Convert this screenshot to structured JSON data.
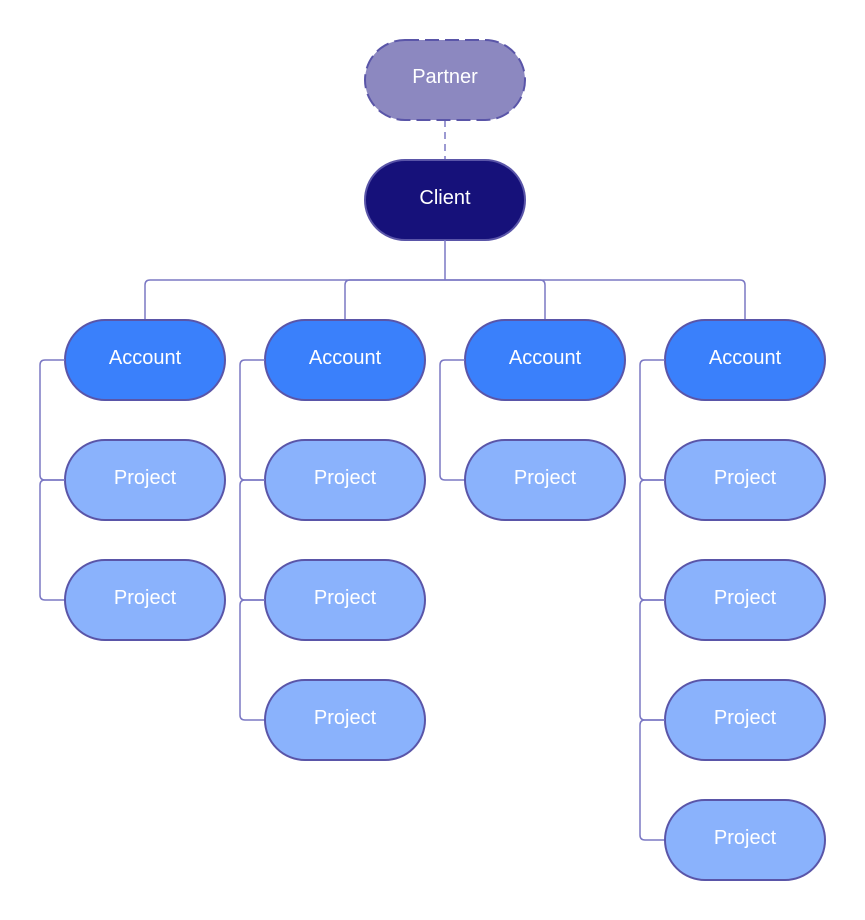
{
  "diagram": {
    "partner": {
      "label": "Partner",
      "fill": "#8c88c0",
      "border": "#5a55a8"
    },
    "client": {
      "label": "Client",
      "fill": "#16117a",
      "border": "#5a55a8"
    },
    "account_style": {
      "fill": "#3a80fb",
      "border": "#5a55a8"
    },
    "project_style": {
      "fill": "#8ab2fc",
      "border": "#5a55a8"
    },
    "connector_color": "#7b78c4",
    "accounts": [
      {
        "label": "Account",
        "projects": [
          "Project",
          "Project"
        ]
      },
      {
        "label": "Account",
        "projects": [
          "Project",
          "Project",
          "Project"
        ]
      },
      {
        "label": "Account",
        "projects": [
          "Project"
        ]
      },
      {
        "label": "Account",
        "projects": [
          "Project",
          "Project",
          "Project",
          "Project"
        ]
      }
    ]
  }
}
